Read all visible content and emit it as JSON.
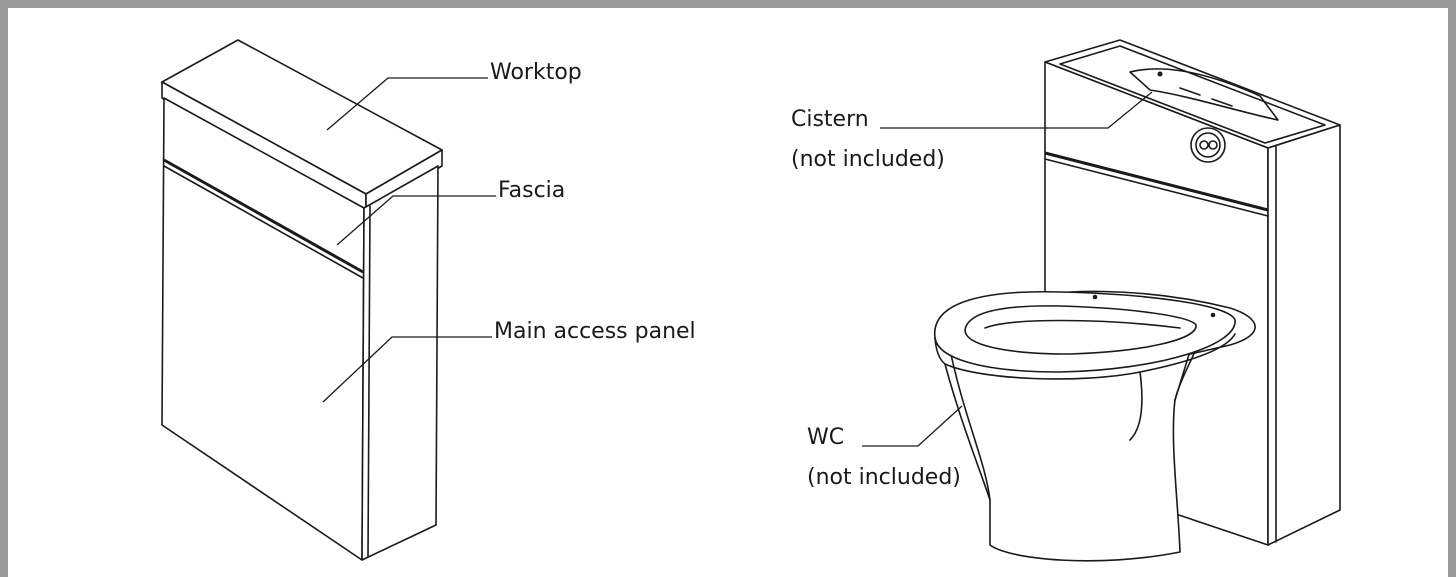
{
  "labels": {
    "worktop": "Worktop",
    "fascia": "Fascia",
    "main_access_panel": "Main access panel",
    "cistern_line1": "Cistern",
    "cistern_line2": "(not included)",
    "wc_line1": "WC",
    "wc_line2": "(not included)"
  },
  "colors": {
    "frame_border": "#9a9a9a",
    "line": "#1a1a1a",
    "background": "#ffffff"
  }
}
